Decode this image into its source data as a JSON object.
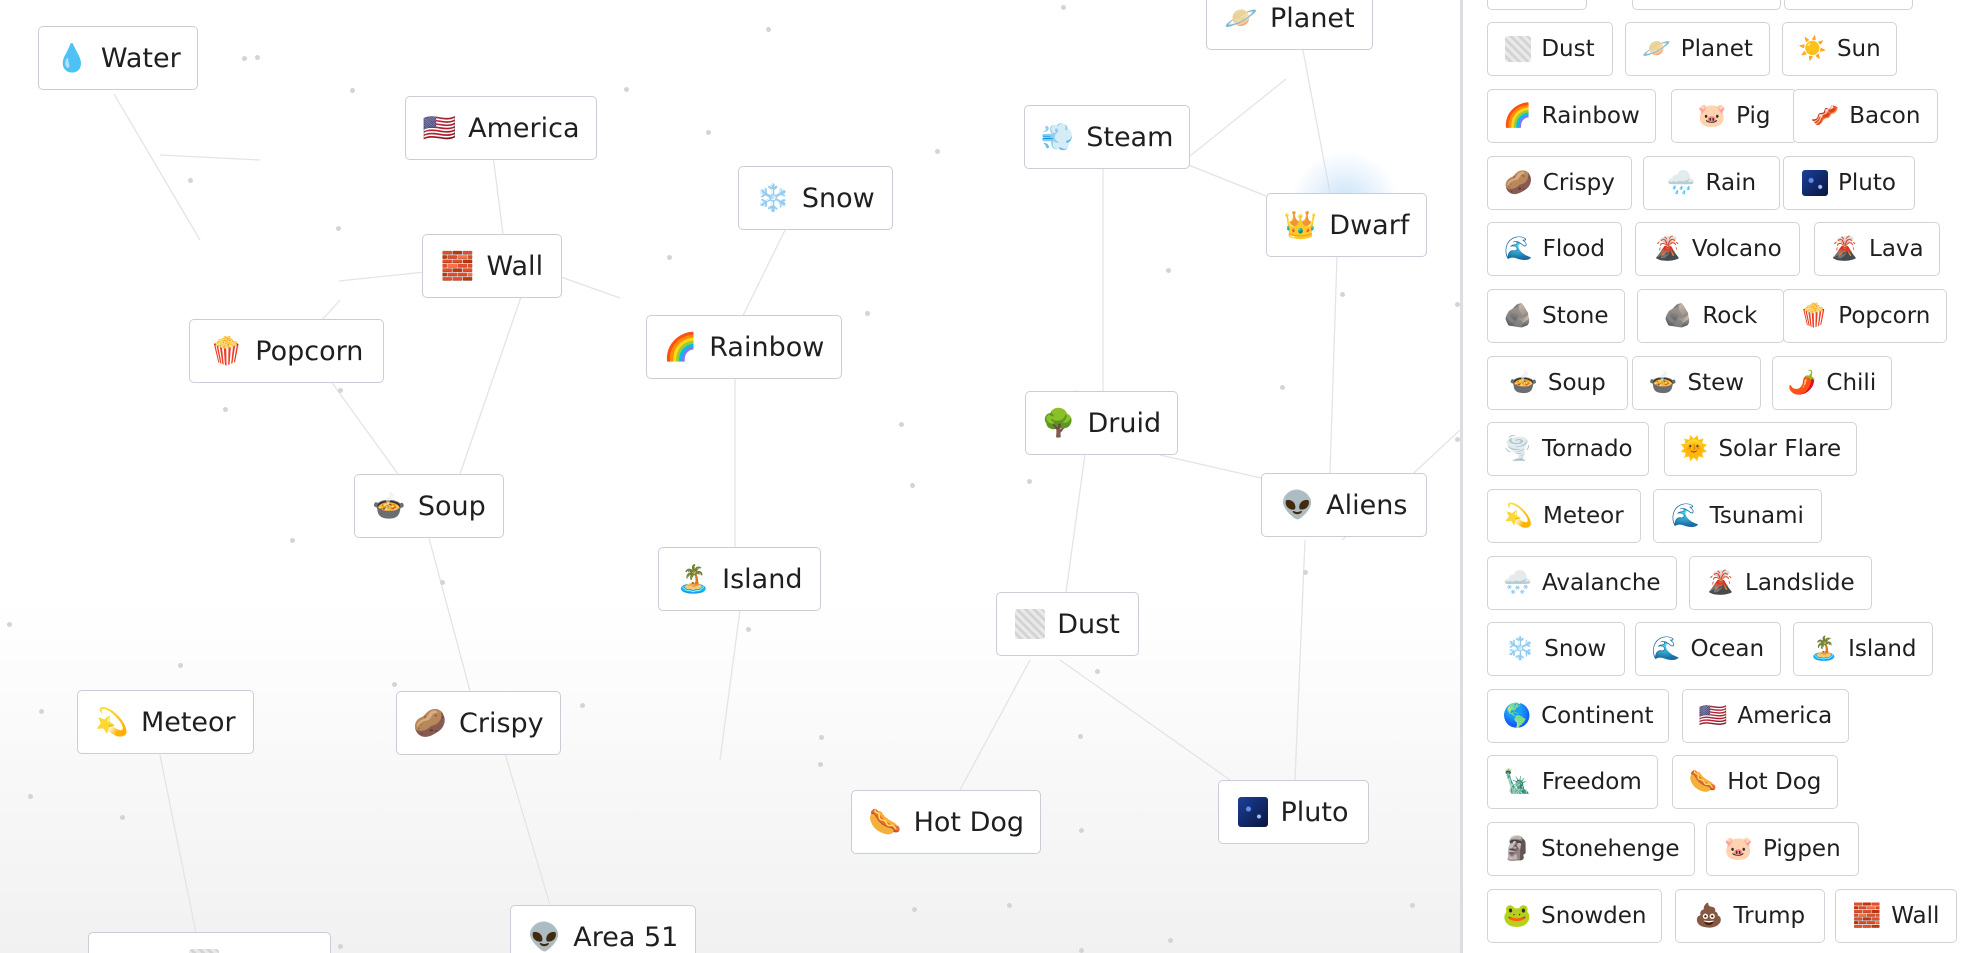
{
  "canvas": {
    "elements": [
      {
        "label": "Water",
        "icon": "💧",
        "icon_name": "water-drop-icon"
      },
      {
        "label": "America",
        "icon": "🇺🇸",
        "icon_name": "us-flag-icon"
      },
      {
        "label": "Snow",
        "icon": "❄️",
        "icon_name": "snowflake-icon"
      },
      {
        "label": "Steam",
        "icon": "💨",
        "icon_name": "steam-icon"
      },
      {
        "label": "Planet",
        "icon": "🪐",
        "icon_name": "ringed-planet-icon"
      },
      {
        "label": "Dwarf",
        "icon": "👑",
        "icon_name": "crown-icon"
      },
      {
        "label": "Wall",
        "icon": "🧱",
        "icon_name": "brick-icon"
      },
      {
        "label": "Popcorn",
        "icon": "🍿",
        "icon_name": "popcorn-icon"
      },
      {
        "label": "Rainbow",
        "icon": "🌈",
        "icon_name": "rainbow-icon"
      },
      {
        "label": "Druid",
        "icon": "🌳",
        "icon_name": "tree-icon"
      },
      {
        "label": "Soup",
        "icon": "🍲",
        "icon_name": "soup-bowl-icon"
      },
      {
        "label": "Aliens",
        "icon": "👽",
        "icon_name": "alien-icon"
      },
      {
        "label": "Island",
        "icon": "🏝️",
        "icon_name": "island-icon"
      },
      {
        "label": "Dust",
        "icon": "",
        "icon_name": "dust-blank-icon"
      },
      {
        "label": "Meteor",
        "icon": "💫",
        "icon_name": "meteor-icon"
      },
      {
        "label": "Crispy",
        "icon": "🥔",
        "icon_name": "potato-icon"
      },
      {
        "label": "Hot Dog",
        "icon": "🌭",
        "icon_name": "hot-dog-icon"
      },
      {
        "label": "Pluto",
        "icon": "",
        "icon_name": "pluto-image-icon"
      },
      {
        "label": "Area 51",
        "icon": "👽",
        "icon_name": "alien-icon"
      },
      {
        "label": "",
        "icon": "",
        "icon_name": "partial-tile-icon"
      }
    ]
  },
  "sidebar": {
    "items": [
      {
        "label": "",
        "icon": "",
        "icon_name": "partial-chip-icon"
      },
      {
        "label": "",
        "icon": "",
        "icon_name": "partial-chip-icon"
      },
      {
        "label": "",
        "icon": "",
        "icon_name": "partial-chip-icon"
      },
      {
        "label": "Dust",
        "icon": "",
        "icon_name": "dust-blank-icon"
      },
      {
        "label": "Planet",
        "icon": "🪐",
        "icon_name": "ringed-planet-icon"
      },
      {
        "label": "Sun",
        "icon": "☀️",
        "icon_name": "sun-icon"
      },
      {
        "label": "Rainbow",
        "icon": "🌈",
        "icon_name": "rainbow-icon"
      },
      {
        "label": "Pig",
        "icon": "🐷",
        "icon_name": "pig-icon"
      },
      {
        "label": "Bacon",
        "icon": "🥓",
        "icon_name": "bacon-icon"
      },
      {
        "label": "Crispy",
        "icon": "🥔",
        "icon_name": "potato-icon"
      },
      {
        "label": "Rain",
        "icon": "🌧️",
        "icon_name": "rain-cloud-icon"
      },
      {
        "label": "Pluto",
        "icon": "",
        "icon_name": "pluto-image-icon"
      },
      {
        "label": "Flood",
        "icon": "🌊",
        "icon_name": "wave-icon"
      },
      {
        "label": "Volcano",
        "icon": "🌋",
        "icon_name": "volcano-icon"
      },
      {
        "label": "Lava",
        "icon": "🌋",
        "icon_name": "volcano-icon"
      },
      {
        "label": "Stone",
        "icon": "🪨",
        "icon_name": "rock-icon"
      },
      {
        "label": "Rock",
        "icon": "🪨",
        "icon_name": "rock-icon"
      },
      {
        "label": "Popcorn",
        "icon": "🍿",
        "icon_name": "popcorn-icon"
      },
      {
        "label": "Soup",
        "icon": "🍲",
        "icon_name": "soup-bowl-icon"
      },
      {
        "label": "Stew",
        "icon": "🍲",
        "icon_name": "soup-bowl-icon"
      },
      {
        "label": "Chili",
        "icon": "🌶️",
        "icon_name": "chili-pepper-icon"
      },
      {
        "label": "Tornado",
        "icon": "🌪️",
        "icon_name": "tornado-icon"
      },
      {
        "label": "Solar Flare",
        "icon": "🌞",
        "icon_name": "sun-face-icon"
      },
      {
        "label": "Meteor",
        "icon": "💫",
        "icon_name": "meteor-icon"
      },
      {
        "label": "Tsunami",
        "icon": "🌊",
        "icon_name": "wave-icon"
      },
      {
        "label": "Avalanche",
        "icon": "🌨️",
        "icon_name": "snow-cloud-icon"
      },
      {
        "label": "Landslide",
        "icon": "🌋",
        "icon_name": "volcano-icon"
      },
      {
        "label": "Snow",
        "icon": "❄️",
        "icon_name": "snowflake-icon"
      },
      {
        "label": "Ocean",
        "icon": "🌊",
        "icon_name": "wave-icon"
      },
      {
        "label": "Island",
        "icon": "🏝️",
        "icon_name": "island-icon"
      },
      {
        "label": "Continent",
        "icon": "🌎",
        "icon_name": "globe-icon"
      },
      {
        "label": "America",
        "icon": "🇺🇸",
        "icon_name": "us-flag-icon"
      },
      {
        "label": "Freedom",
        "icon": "🗽",
        "icon_name": "statue-of-liberty-icon"
      },
      {
        "label": "Hot Dog",
        "icon": "🌭",
        "icon_name": "hot-dog-icon"
      },
      {
        "label": "Stonehenge",
        "icon": "🗿",
        "icon_name": "moai-icon"
      },
      {
        "label": "Pigpen",
        "icon": "🐷",
        "icon_name": "pig-icon"
      },
      {
        "label": "Snowden",
        "icon": "🐸",
        "icon_name": "frog-icon"
      },
      {
        "label": "Trump",
        "icon": "💩",
        "icon_name": "poop-icon"
      },
      {
        "label": "Wall",
        "icon": "🧱",
        "icon_name": "brick-icon"
      }
    ]
  }
}
